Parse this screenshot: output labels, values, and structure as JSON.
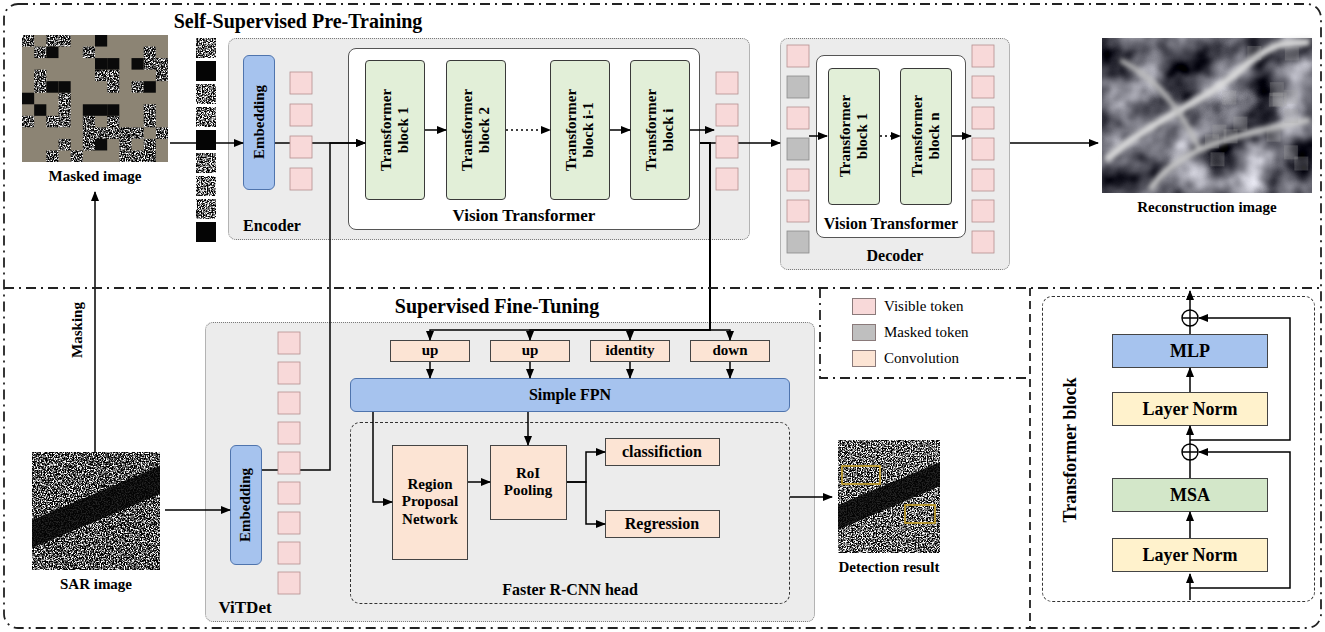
{
  "diagram": {
    "nodes": [
      {
        "text": [
          "Self-Supervised Pre-Training"
        ]
      },
      {
        "text": [
          "Masked image"
        ],
        "in": 0
      },
      {
        "text": [
          "Encoder"
        ],
        "in": 0
      },
      {
        "text": [
          "Embedding"
        ],
        "in": 2
      },
      {
        "text": [
          "Vision Transformer"
        ],
        "in": 2
      },
      {
        "text": [
          "Transformer block 1"
        ],
        "in": 4
      },
      {
        "text": [
          "Transformer block 2"
        ],
        "in": 4
      },
      {
        "text": [
          "Transformer block i-1"
        ],
        "in": 4
      },
      {
        "text": [
          "Transformer block i"
        ],
        "in": 4
      },
      {
        "text": [
          "Decoder"
        ],
        "in": 0
      },
      {
        "text": [
          "Vision Transformer"
        ],
        "in": 9
      },
      {
        "text": [
          "Transformer block 1"
        ],
        "in": 10
      },
      {
        "text": [
          "Transformer block n"
        ],
        "in": 10
      },
      {
        "text": [
          "Reconstruction image"
        ],
        "in": 0
      },
      {
        "text": [
          "Supervised Fine-Tuning"
        ]
      },
      {
        "text": [
          "SAR image"
        ],
        "in": 14
      },
      {
        "text": [
          "ViTDet"
        ],
        "in": 14
      },
      {
        "text": [
          "Embedding"
        ],
        "in": 16
      },
      {
        "text": [
          "up"
        ],
        "in": 16
      },
      {
        "text": [
          "up"
        ],
        "in": 16
      },
      {
        "text": [
          "identity"
        ],
        "in": 16
      },
      {
        "text": [
          "down"
        ],
        "in": 16
      },
      {
        "text": [
          "Simple FPN"
        ],
        "in": 16
      },
      {
        "text": [
          "Faster R-CNN head"
        ],
        "in": 16
      },
      {
        "text": [
          "Region Proposal Network"
        ],
        "in": 23
      },
      {
        "text": [
          "RoI Pooling"
        ],
        "in": 23
      },
      {
        "text": [
          "classifiction"
        ],
        "in": 23
      },
      {
        "text": [
          "Regression"
        ],
        "in": 23
      },
      {
        "text": [
          "Detection result"
        ],
        "in": 14
      },
      {
        "text": [
          "Transformer block"
        ]
      },
      {
        "text": [
          "MLP"
        ],
        "in": 29
      },
      {
        "text": [
          "Layer Norm"
        ],
        "in": 29
      },
      {
        "text": [
          "MSA"
        ],
        "in": 29
      },
      {
        "text": [
          "Layer Norm"
        ],
        "in": 29
      }
    ],
    "edges": [
      {
        "from": 1,
        "to": 3,
        "arrow": "to"
      },
      {
        "from": 3,
        "to": 5,
        "arrow": "to"
      },
      {
        "from": 5,
        "to": 6,
        "arrow": "to"
      },
      {
        "from": 6,
        "to": 7,
        "arrow": "to"
      },
      {
        "from": 7,
        "to": 8,
        "arrow": "to"
      },
      {
        "from": 4,
        "to": 9,
        "arrow": "to"
      },
      {
        "from": 11,
        "to": 12,
        "arrow": "to"
      },
      {
        "from": 9,
        "to": 13,
        "arrow": "to"
      },
      {
        "from": 15,
        "to": 1,
        "label": "Masking",
        "arrow": "to"
      },
      {
        "from": 15,
        "to": 17,
        "arrow": "to"
      },
      {
        "from": 17,
        "to": 5,
        "arrow": "to"
      },
      {
        "from": 4,
        "to": 18,
        "arrow": "to"
      },
      {
        "from": 4,
        "to": 19,
        "arrow": "to"
      },
      {
        "from": 4,
        "to": 20,
        "arrow": "to"
      },
      {
        "from": 4,
        "to": 21,
        "arrow": "to"
      },
      {
        "from": 18,
        "to": 22,
        "arrow": "to"
      },
      {
        "from": 19,
        "to": 22,
        "arrow": "to"
      },
      {
        "from": 20,
        "to": 22,
        "arrow": "to"
      },
      {
        "from": 21,
        "to": 22,
        "arrow": "to"
      },
      {
        "from": 22,
        "to": 24,
        "arrow": "to"
      },
      {
        "from": 22,
        "to": 25,
        "arrow": "to"
      },
      {
        "from": 24,
        "to": 25,
        "arrow": "to"
      },
      {
        "from": 25,
        "to": 26,
        "arrow": "to"
      },
      {
        "from": 25,
        "to": 27,
        "arrow": "to"
      },
      {
        "from": 23,
        "to": 28,
        "arrow": "to"
      },
      {
        "from": 33,
        "to": 32,
        "arrow": "to"
      },
      {
        "from": 32,
        "to": 31,
        "arrow": "to"
      },
      {
        "from": 31,
        "to": 30,
        "arrow": "to"
      }
    ],
    "legend": [
      {
        "text": "Visible token",
        "color": "#f8d9d9"
      },
      {
        "text": "Masked token",
        "color": "#bfbfbf"
      },
      {
        "text": "Convolution",
        "color": "#fce4d4"
      }
    ]
  }
}
